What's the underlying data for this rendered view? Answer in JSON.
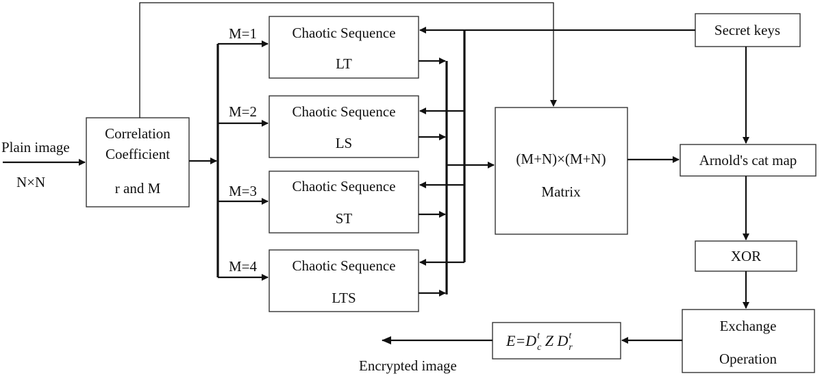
{
  "input": {
    "label": "Plain image",
    "size": "N×N"
  },
  "correlation": {
    "line1": "Correlation",
    "line2": "Coefficient",
    "line3": "r and M"
  },
  "branches": [
    {
      "m_label": "M=1",
      "title": "Chaotic Sequence",
      "name": "LT"
    },
    {
      "m_label": "M=2",
      "title": "Chaotic Sequence",
      "name": "LS"
    },
    {
      "m_label": "M=3",
      "title": "Chaotic Sequence",
      "name": "ST"
    },
    {
      "m_label": "M=4",
      "title": "Chaotic Sequence",
      "name": "LTS"
    }
  ],
  "matrix": {
    "line1": "(M+N)×(M+N)",
    "line2": "Matrix"
  },
  "secret_keys": "Secret keys",
  "arnold": "Arnold's cat map",
  "xor": "XOR",
  "exchange": {
    "line1": "Exchange",
    "line2": "Operation"
  },
  "formula": {
    "lhs": "E=D",
    "sup1": "t",
    "sub1": "c",
    "mid": " Z D",
    "sup2": "t",
    "sub2": "r"
  },
  "output": {
    "label": "Encrypted image"
  }
}
